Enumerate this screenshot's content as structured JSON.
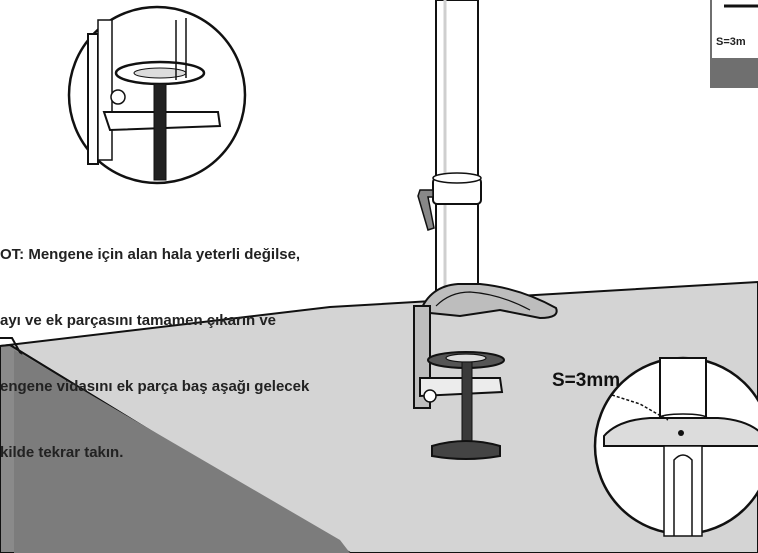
{
  "note": {
    "lines": [
      "OT: Mengene için alan hala yeterli değilse,",
      "ayı ve ek parçasını tamamen çıkarın ve",
      "engene vidasını ek parça baş aşağı gelecek",
      "kilde tekrar takın."
    ]
  },
  "labels": {
    "spacing_main": "S=3mm",
    "spacing_corner": "S=3m"
  },
  "colors": {
    "desk_top": "#d6d6d6",
    "desk_side": "#8a8a8a",
    "line": "#111111",
    "corner_panel": "#6f6f6f"
  },
  "icons": [
    "clamp-detail-circle",
    "spacing-detail-circle",
    "monitor-pole",
    "desk-clamp"
  ]
}
